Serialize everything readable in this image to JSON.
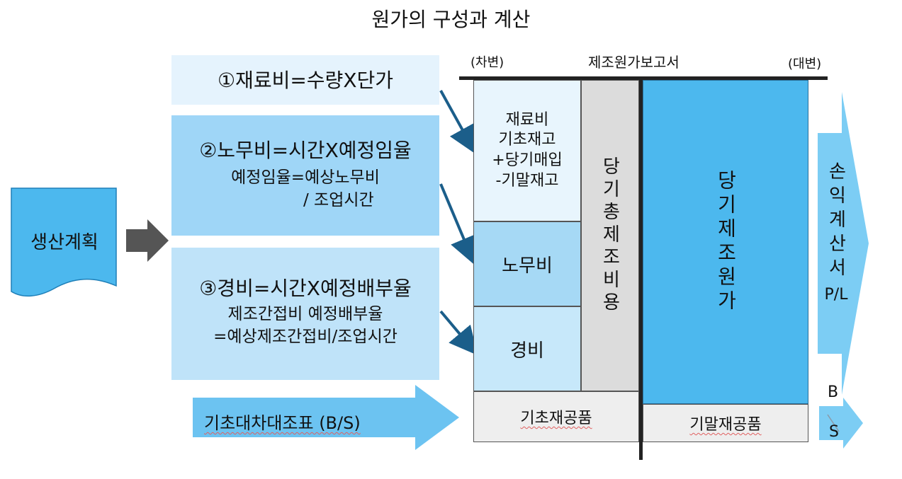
{
  "title": "원가의 구성과 계산",
  "report": {
    "title": "제조원가보고서",
    "debit": "(차변)",
    "credit": "(대변)"
  },
  "production_plan": "생산계획",
  "formulas": {
    "material": "①재료비=수량X단가",
    "labor_main": "②노무비=시간X예정임율",
    "labor_sub1": "예정임율=예상노무비",
    "labor_sub2": "/ 조업시간",
    "expense_main": "③경비=시간X예정배부율",
    "expense_sub1": "제조간접비 예정배부율",
    "expense_sub2": "=예상제조간접비/조업시간"
  },
  "debit_cells": {
    "material_line1": "재료비",
    "material_line2": "기초재고",
    "material_line3": "+당기매입",
    "material_line4": "-기말재고",
    "labor": "노무비",
    "expense": "경비"
  },
  "total_cost": "당기총제조비용",
  "manufacturing_cost": "당기제조원가",
  "opening_wip": "기초재공품",
  "closing_wip": "기말재공품",
  "opening_bs": "기초대차대조표 (B/S)",
  "pl_label": "손익계산서",
  "pl_abbr": "P/L",
  "bs_top": "B",
  "bs_bottom": "S",
  "colors": {
    "accent_blue": "#4cb8ee",
    "light_blue": "#9fd6f7",
    "pale_blue": "#e5f3fd",
    "gray": "#dcdcdc",
    "dark_arrow": "#1b5e8a"
  }
}
